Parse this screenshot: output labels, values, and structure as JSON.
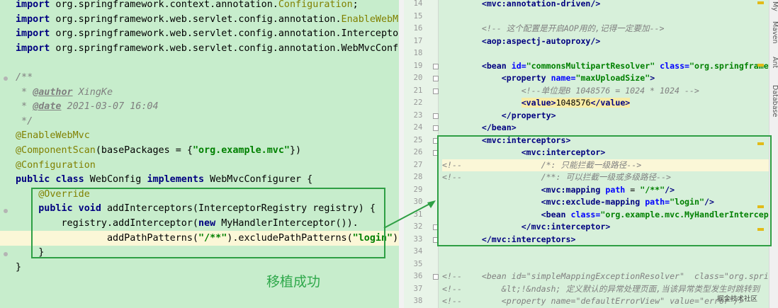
{
  "java": {
    "lines": [
      [
        [
          "kw",
          "import"
        ],
        [
          "t",
          " org.springframework.context.annotation."
        ],
        [
          "ann",
          "Configuration"
        ],
        [
          "t",
          ";"
        ]
      ],
      [
        [
          "kw",
          "import"
        ],
        [
          "t",
          " org.springframework.web.servlet.config.annotation."
        ],
        [
          "ann",
          "EnableWebMvc"
        ],
        [
          "t",
          ";"
        ]
      ],
      [
        [
          "kw",
          "import"
        ],
        [
          "t",
          " org.springframework.web.servlet.config.annotation.InterceptorRegi"
        ]
      ],
      [
        [
          "kw",
          "import"
        ],
        [
          "t",
          " org.springframework.web.servlet.config.annotation.WebMvcConfigur"
        ]
      ],
      [],
      [
        [
          "cmt",
          "/**"
        ]
      ],
      [
        [
          "cmt",
          " * "
        ],
        [
          "doctag",
          "@author"
        ],
        [
          "cmt",
          " XingKe"
        ]
      ],
      [
        [
          "cmt",
          " * "
        ],
        [
          "doctag",
          "@date"
        ],
        [
          "cmt",
          " 2021-03-07 16:04"
        ]
      ],
      [
        [
          "cmt",
          " */"
        ]
      ],
      [
        [
          "ann",
          "@EnableWebMvc"
        ]
      ],
      [
        [
          "ann",
          "@ComponentScan"
        ],
        [
          "t",
          "(basePackages = {"
        ],
        [
          "str",
          "\"org.example.mvc\""
        ],
        [
          "t",
          "})"
        ]
      ],
      [
        [
          "ann",
          "@Configuration"
        ]
      ],
      [
        [
          "kw",
          "public class"
        ],
        [
          "t",
          " WebConfig "
        ],
        [
          "kw",
          "implements"
        ],
        [
          "t",
          " WebMvcConfigurer {"
        ]
      ],
      [
        [
          "ann",
          "    @Override"
        ]
      ],
      [
        [
          "kw",
          "    public void"
        ],
        [
          "t",
          " addInterceptors(InterceptorRegistry registry) {"
        ]
      ],
      [
        [
          "t",
          "        registry.addInterceptor("
        ],
        [
          "kw",
          "new"
        ],
        [
          "t",
          " MyHandlerInterceptor())."
        ]
      ],
      [
        [
          "t",
          "                addPathPatterns("
        ],
        [
          "str",
          "\"/**\""
        ],
        [
          "t",
          ").excludePathPatterns("
        ],
        [
          "str",
          "\"login\""
        ],
        [
          "t",
          ");"
        ]
      ],
      [
        [
          "t",
          "    }"
        ]
      ],
      [
        [
          "t",
          "}"
        ]
      ]
    ],
    "current_line_index": 16
  },
  "xml": {
    "lines": [
      {
        "num": "14",
        "spans": [
          [
            "t",
            "        "
          ],
          [
            "tag",
            "<mvc:annotation-driven/>"
          ]
        ]
      },
      {
        "num": "15",
        "spans": []
      },
      {
        "num": "16",
        "spans": [
          [
            "t",
            "        "
          ],
          [
            "xcm",
            "<!-- 这个配置是开启AOP用的,记得一定要加-->"
          ]
        ]
      },
      {
        "num": "17",
        "spans": [
          [
            "t",
            "        "
          ],
          [
            "tag",
            "<aop:aspectj-autoproxy/>"
          ]
        ]
      },
      {
        "num": "18",
        "spans": []
      },
      {
        "num": "19",
        "spans": [
          [
            "t",
            "        "
          ],
          [
            "tag",
            "<bean "
          ],
          [
            "attr",
            "id="
          ],
          [
            "aval",
            "\"commonsMultipartResolver\""
          ],
          [
            "attr",
            " class="
          ],
          [
            "aval",
            "\"org.springframework."
          ]
        ]
      },
      {
        "num": "20",
        "spans": [
          [
            "t",
            "            "
          ],
          [
            "tag",
            "<property "
          ],
          [
            "attr",
            "name="
          ],
          [
            "aval",
            "\"maxUploadSize\""
          ],
          [
            "tag",
            ">"
          ]
        ]
      },
      {
        "num": "21",
        "spans": [
          [
            "t",
            "                "
          ],
          [
            "xcm",
            "<!--单位是B 1048576 = 1024 * 1024 -->"
          ]
        ]
      },
      {
        "num": "22",
        "spans": [
          [
            "t",
            "                "
          ],
          [
            "tag",
            "<value>"
          ],
          [
            "ctxt",
            "1048576"
          ],
          [
            "tag",
            "</value>"
          ]
        ]
      },
      {
        "num": "23",
        "spans": [
          [
            "t",
            "            "
          ],
          [
            "tag",
            "</property>"
          ]
        ]
      },
      {
        "num": "24",
        "spans": [
          [
            "t",
            "        "
          ],
          [
            "tag",
            "</bean>"
          ]
        ]
      },
      {
        "num": "25",
        "spans": [
          [
            "t",
            "        "
          ],
          [
            "tag",
            "<mvc:interceptors>"
          ]
        ]
      },
      {
        "num": "26",
        "spans": [
          [
            "t",
            "                "
          ],
          [
            "tag",
            "<mvc:interceptor>"
          ]
        ]
      },
      {
        "num": "27",
        "spans": [
          [
            "xcm",
            "<!--                /*: 只能拦截一级路径-->"
          ]
        ]
      },
      {
        "num": "28",
        "spans": [
          [
            "xcm",
            "<!--                /**: 可以拦截一级或多级路径-->"
          ]
        ]
      },
      {
        "num": "29",
        "spans": [
          [
            "t",
            "                    "
          ],
          [
            "tag",
            "<mvc:mapping "
          ],
          [
            "attr",
            "path"
          ],
          [
            "t",
            " = "
          ],
          [
            "aval",
            "\"/**\""
          ],
          [
            "tag",
            "/>"
          ]
        ]
      },
      {
        "num": "30",
        "spans": [
          [
            "t",
            "                    "
          ],
          [
            "tag",
            "<mvc:exclude-mapping "
          ],
          [
            "attr",
            "path="
          ],
          [
            "aval",
            "\"login\""
          ],
          [
            "tag",
            "/>"
          ]
        ]
      },
      {
        "num": "31",
        "spans": [
          [
            "t",
            "                    "
          ],
          [
            "tag",
            "<bean "
          ],
          [
            "attr",
            "class="
          ],
          [
            "aval",
            "\"org.example.mvc.MyHandlerInterceptor\""
          ],
          [
            "tag",
            ">"
          ]
        ]
      },
      {
        "num": "32",
        "spans": [
          [
            "t",
            "                "
          ],
          [
            "tag",
            "</mvc:interceptor>"
          ]
        ]
      },
      {
        "num": "33",
        "spans": [
          [
            "t",
            "        "
          ],
          [
            "tag",
            "</mvc:interceptors>"
          ]
        ]
      },
      {
        "num": "34",
        "spans": []
      },
      {
        "num": "35",
        "spans": []
      },
      {
        "num": "36",
        "spans": [
          [
            "xcm",
            "<!--    <bean id=\"simpleMappingExceptionResolver\"  class=\"org.sprin"
          ]
        ]
      },
      {
        "num": "37",
        "spans": [
          [
            "xcm",
            "<!--        &lt;!&ndash; 定义默认的异常处理页面,当该异常类型发生时跳转到"
          ]
        ]
      },
      {
        "num": "38",
        "spans": [
          [
            "xcm",
            "<!--        <property name=\"defaultErrorView\" value=\"error\"/>"
          ]
        ]
      }
    ],
    "current_line_num": "27"
  },
  "sidebar_tabs": [
    "My",
    "Maven",
    "Ant",
    "Database"
  ],
  "annotation_text": "移植成功",
  "watermark": "掘金技术社区",
  "colors": {
    "box": "#2e9f44",
    "annotation": "#2ea84a"
  }
}
